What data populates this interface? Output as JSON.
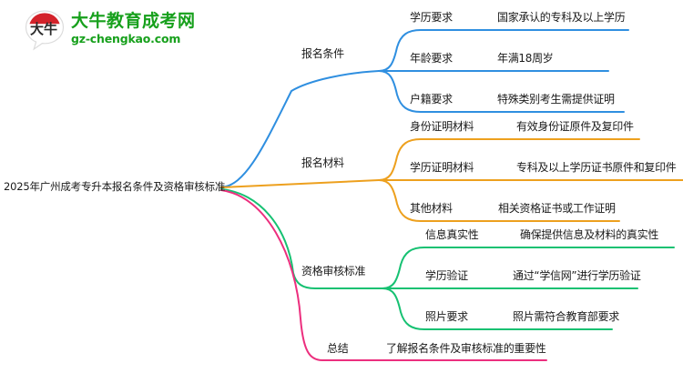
{
  "logo": {
    "mark_label": "大牛",
    "brand_cn": "大牛教育成考网",
    "brand_domain": "gz-chengkao.com",
    "brand_color": "#17a01c",
    "mark_accent_color": "#d3222a"
  },
  "mindmap": {
    "root": {
      "label": "2025年广州成考专升本报名条件及资格审核标准"
    },
    "branches": [
      {
        "label": "报名条件",
        "color": "#2f8fe0",
        "children": [
          {
            "label": "学历要求",
            "detail": "国家承认的专科及以上学历"
          },
          {
            "label": "年龄要求",
            "detail": "年满18周岁"
          },
          {
            "label": "户籍要求",
            "detail": "特殊类别考生需提供证明"
          }
        ]
      },
      {
        "label": "报名材料",
        "color": "#eda01e",
        "children": [
          {
            "label": "身份证明材料",
            "detail": "有效身份证原件及复印件"
          },
          {
            "label": "学历证明材料",
            "detail": "专科及以上学历证书原件和复印件"
          },
          {
            "label": "其他材料",
            "detail": "相关资格证书或工作证明"
          }
        ]
      },
      {
        "label": "资格审核标准",
        "color": "#16c172",
        "children": [
          {
            "label": "信息真实性",
            "detail": "确保提供信息及材料的真实性"
          },
          {
            "label": "学历验证",
            "detail": "通过“学信网”进行学历验证"
          },
          {
            "label": "照片要求",
            "detail": "照片需符合教育部要求"
          }
        ]
      },
      {
        "label": "总结",
        "color": "#ec2f7e",
        "children": [
          {
            "label": "了解报名条件及审核标准的重要性",
            "detail": ""
          }
        ]
      }
    ]
  }
}
